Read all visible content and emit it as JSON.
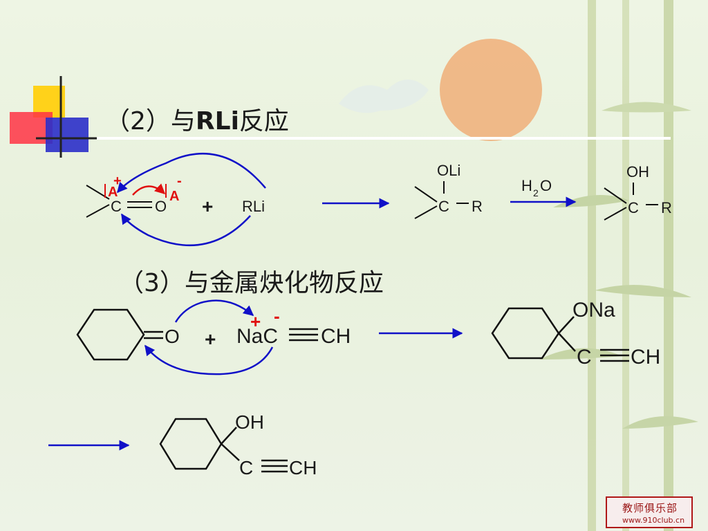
{
  "section2": {
    "title_num": "（2）",
    "title_prefix": "与",
    "title_bold": "RLi",
    "title_suffix": "反应",
    "reactant_carbon": "C",
    "reactant_oxygen": "O",
    "charge_label_c": "A",
    "charge_label_o": "A",
    "charge_plus": "+",
    "charge_minus": "-",
    "plus": "+",
    "reagent": "RLi",
    "intermediate_group": "OLi",
    "intermediate_carbon": "C",
    "intermediate_r": "R",
    "condition_h": "H",
    "condition_sub": "2",
    "condition_o": "O",
    "product_group": "OH",
    "product_carbon": "C",
    "product_r": "R"
  },
  "section3": {
    "title_num": "（3）",
    "title_text": "与金属炔化物反应",
    "ketone_oxygen": "O",
    "plus": "+",
    "charge_plus": "+",
    "charge_minus": "-",
    "reagent_left": "NaC",
    "reagent_right": "CH",
    "intermediate_group": "ONa",
    "intermediate_c": "C",
    "intermediate_ch": "CH",
    "product_group": "OH",
    "product_c": "C",
    "product_ch": "CH"
  },
  "watermark": {
    "line1": "教师俱乐部",
    "line2": "www.910club.cn"
  },
  "colors": {
    "arrow_blue": "#1010c8",
    "charge_red": "#e01010",
    "text_dark": "#1a1a1a"
  }
}
